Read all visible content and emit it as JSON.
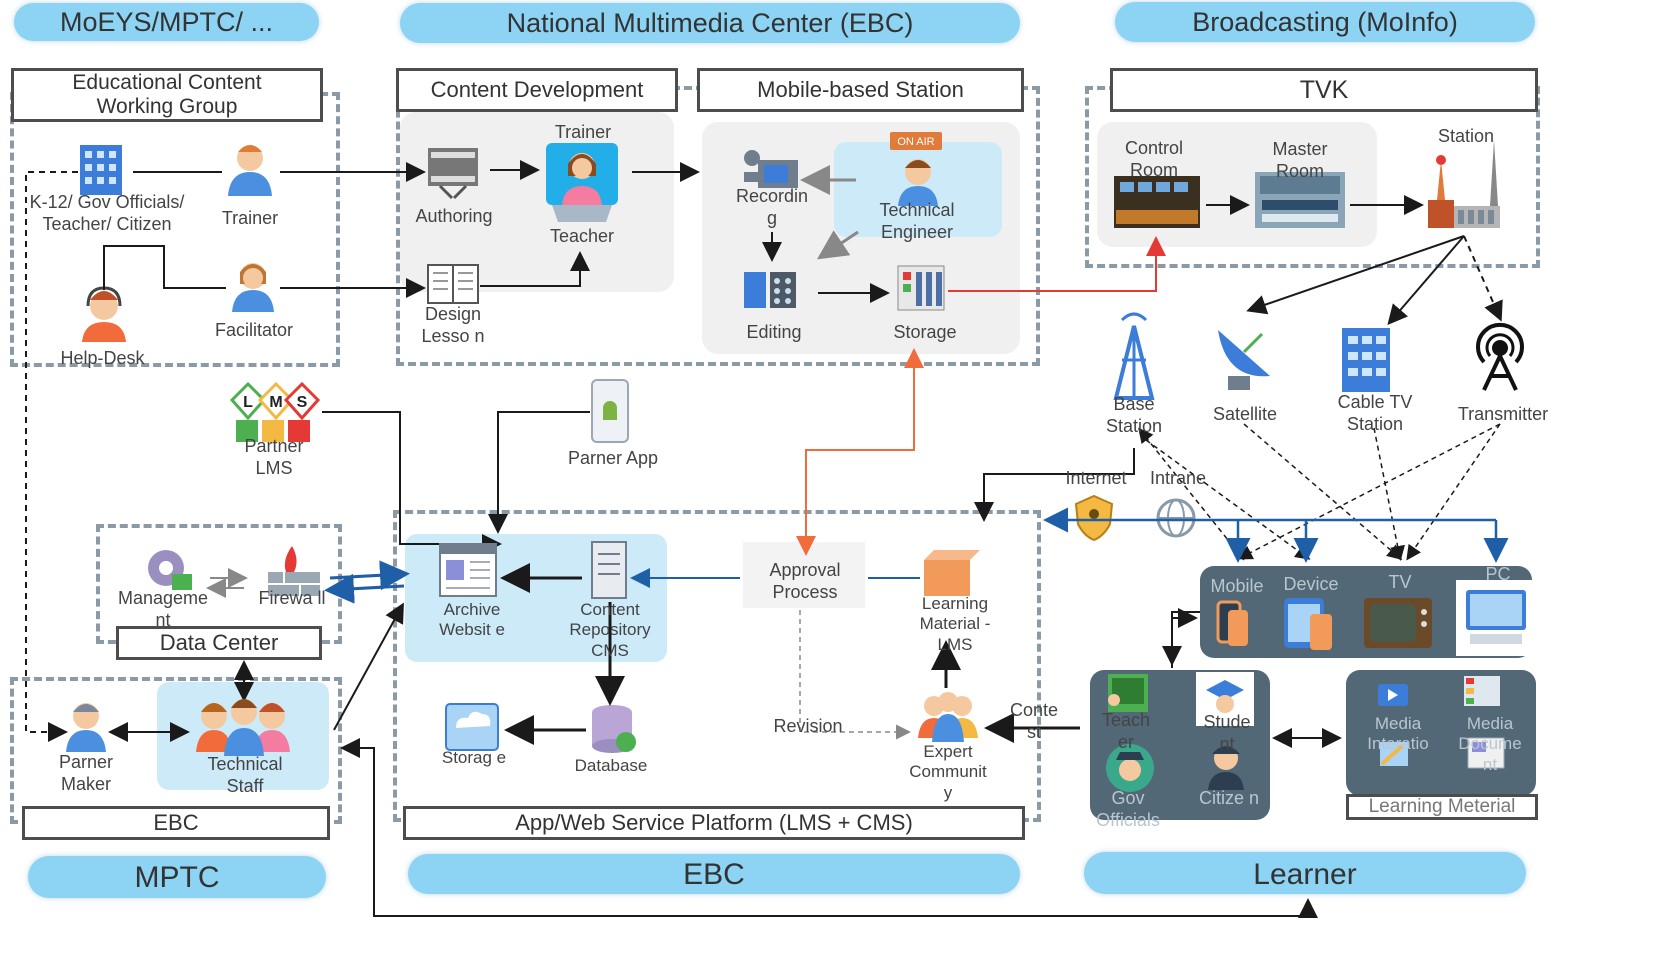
{
  "headers": {
    "moeys": "MoEYS/MPTC/ ...",
    "national": "National Multimedia Center (EBC)",
    "broadcasting": "Broadcasting (MoInfo)",
    "mptc": "MPTC",
    "ebc": "EBC",
    "learner": "Learner"
  },
  "boxes": {
    "educational_content": "Educational Content Working Group",
    "content_development": "Content Development",
    "mobile_station": "Mobile-based Station",
    "tvk": "TVK",
    "data_center": "Data Center",
    "ebc_small": "EBC",
    "platform": "App/Web Service Platform (LMS + CMS)",
    "learning_material": "Learning Meterial"
  },
  "labels": {
    "k12": "K-12/ Gov Officials/ Teacher/ Citizen",
    "trainer1": "Trainer",
    "helpdesk": "Help-Desk",
    "facilitator": "Facilitator",
    "authoring": "Authoring",
    "trainer2": "Trainer",
    "teacher": "Teacher",
    "design_lesson": "Design Lesso n",
    "recording": "Recordin g",
    "technical_engineer": "Technical Engineer",
    "on_air": "ON AIR",
    "editing": "Editing",
    "storage1": "Storage",
    "control_room": "Control Room",
    "master_room": "Master Room",
    "station": "Station",
    "base_station": "Base Station",
    "satellite": "Satellite",
    "cable_tv": "Cable TV Station",
    "transmitter": "Transmitter",
    "internet": "Internet",
    "intranet": "Intrane",
    "partner_lms": "Partner LMS",
    "lms_letters": [
      "L",
      "M",
      "S"
    ],
    "parner_app": "Parner App",
    "management": "Manageme nt",
    "firewall": "Firewa ll",
    "parner_maker": "Parner Maker",
    "technical_staff": "Technical Staff",
    "archive_website": "Archive Websit e",
    "content_repository": "Content Repository CMS",
    "approval_process": "Approval Process",
    "learning_material_lms": "Learning Material - LMS",
    "storage2": "Storag e",
    "database": "Database",
    "revision": "Revision",
    "expert_community": "Expert Communit y",
    "contest": "Conte st",
    "mobile": "Mobile",
    "device": "Device",
    "tv": "TV",
    "pc": "PC",
    "teacher2": "Teach er",
    "student": "Stude nt",
    "gov_officials": "Gov Officials",
    "citizen": "Citize n",
    "media_interaction": "Media Interatio",
    "media_document": "Media Docume nt"
  },
  "colors": {
    "pill": "#8dd3f4",
    "dashed_border": "#8a9aa6",
    "light_blue": "#cdeaf9",
    "slate": "#526877",
    "red_line": "#e53935",
    "orange_line": "#f26b3a",
    "blue_line": "#1f5fa8"
  }
}
